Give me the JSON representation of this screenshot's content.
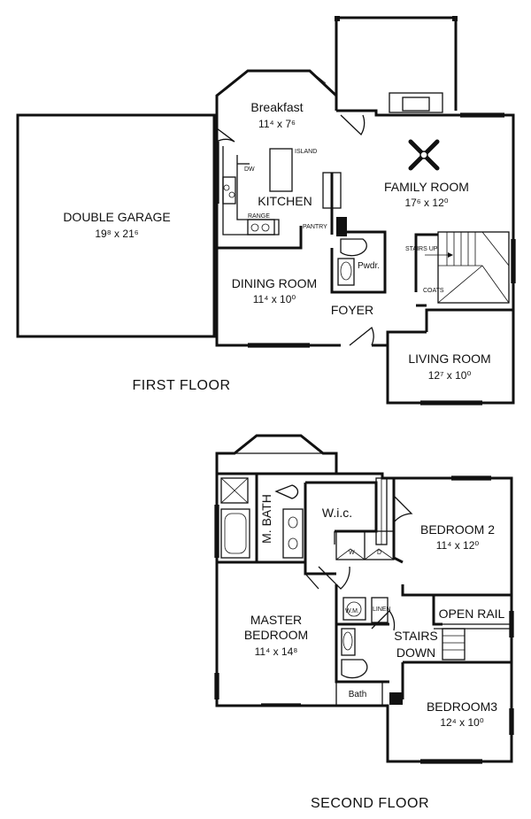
{
  "first_floor": {
    "title": "FIRST FLOOR",
    "rooms": {
      "garage": {
        "name": "DOUBLE GARAGE",
        "dim": "19⁸ x 21⁶"
      },
      "breakfast": {
        "name": "Breakfast",
        "dim": "11⁴ x 7⁶"
      },
      "kitchen": {
        "name": "KITCHEN"
      },
      "family": {
        "name": "FAMILY ROOM",
        "dim": "17⁶ x 12⁰"
      },
      "dining": {
        "name": "DINING ROOM",
        "dim": "11⁴ x 10⁰"
      },
      "foyer": {
        "name": "FOYER"
      },
      "living": {
        "name": "LIVING ROOM",
        "dim": "12⁷ x 10⁰"
      }
    },
    "labels": {
      "island": "ISLAND",
      "dw": "DW",
      "range": "RANGE",
      "pantry": "PANTRY",
      "pwdr": "Pwdr.",
      "stairs_up": "STAIRS UP",
      "coats": "COATS"
    }
  },
  "second_floor": {
    "title": "SECOND FLOOR",
    "rooms": {
      "m_bath": {
        "name": "M. BATH"
      },
      "wic": {
        "name": "W.i.c."
      },
      "bedroom2": {
        "name": "BEDROOM 2",
        "dim": "11⁴ x 12⁰"
      },
      "master": {
        "name": "MASTER",
        "name2": "BEDROOM",
        "dim": "11⁴ x 14⁸"
      },
      "open_rail": {
        "name": "OPEN RAIL"
      },
      "stairs": {
        "name": "STAIRS",
        "name2": "DOWN"
      },
      "bath": {
        "name": "Bath"
      },
      "bedroom3": {
        "name": "BEDROOM3",
        "dim": "12⁴ x 10⁰"
      }
    },
    "labels": {
      "w1": "W",
      "d1": "D",
      "wm": "W.M.",
      "linen": "LINEN"
    }
  }
}
